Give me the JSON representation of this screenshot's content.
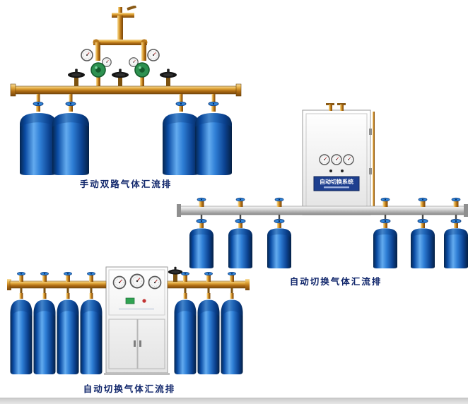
{
  "page": {
    "background_color": "#ffffff",
    "bottom_strip_color": "#d8d8d8"
  },
  "products": {
    "manual_dual": {
      "caption": "手动双路气体汇流排",
      "cylinders": 4
    },
    "auto_switch_row": {
      "caption": "自动切换气体汇流排",
      "cabinet_plate_title": "自动切换系统",
      "cylinders": 6
    },
    "auto_switch_cabinet": {
      "caption": "自动切换气体汇流排",
      "cylinders": 7
    }
  },
  "colors": {
    "cylinder_blue": "#2f7fd6",
    "brass": "#c8871f",
    "silver_pipe": "#bdbdbd",
    "caption_text": "#10266b",
    "nameplate_blue": "#1d3f8f"
  }
}
